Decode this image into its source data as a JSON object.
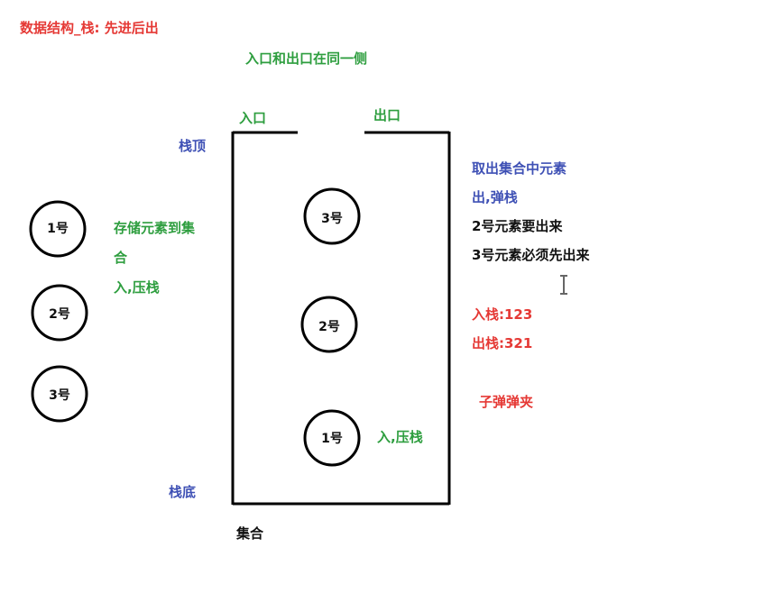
{
  "title": "数据结构_栈: 先进后出",
  "subtitle": "入口和出口在同一侧",
  "entrance_label": "入口",
  "exit_label": "出口",
  "stack_top_label": "栈顶",
  "stack_bottom_label": "栈底",
  "collection_label": "集合",
  "left_items": [
    "1号",
    "2号",
    "3号"
  ],
  "stack_items": [
    "3号",
    "2号",
    "1号"
  ],
  "push_note": {
    "line1": "存储元素到集",
    "line2": "合",
    "line3": "入,压栈"
  },
  "inner_push_label": "入,压栈",
  "pop_note": {
    "line1": "取出集合中元素",
    "line2": "出,弹栈"
  },
  "explain": {
    "line1": "2号元素要出来",
    "line2": "3号元素必须先出来"
  },
  "push_order": "入栈:123",
  "pop_order": "出栈:321",
  "analogy": "子弹弹夹",
  "colors": {
    "red": "#e53935",
    "green": "#2e9e3f",
    "blue": "#3f51b5",
    "black": "#111111"
  }
}
